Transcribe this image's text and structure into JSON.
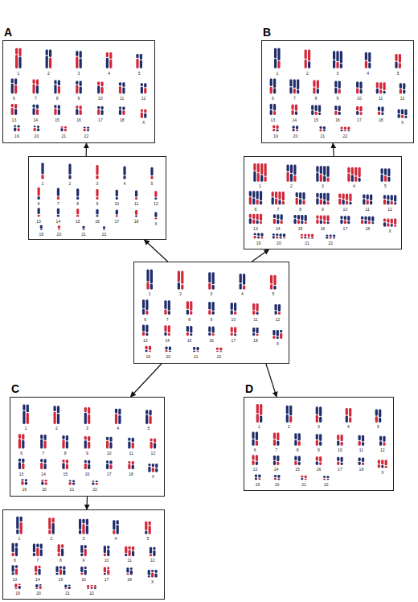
{
  "diagram": {
    "nodes": [
      {
        "text": [
          "A",
          "1",
          "2",
          "3",
          "4",
          "5",
          "6",
          "7",
          "8",
          "9",
          "10",
          "11",
          "12",
          "13",
          "14",
          "15",
          "16",
          "17",
          "18",
          "X",
          "19",
          "20",
          "21",
          "22"
        ]
      },
      {
        "text": [
          "B",
          "1",
          "2",
          "3",
          "4",
          "5",
          "6",
          "7",
          "8",
          "9",
          "10",
          "11",
          "12",
          "13",
          "14",
          "15",
          "16",
          "17",
          "18",
          "X",
          "19",
          "20",
          "21",
          "22"
        ]
      },
      {
        "text": [
          "1",
          "2",
          "3",
          "4",
          "5",
          "6",
          "7",
          "8",
          "9",
          "10",
          "11",
          "12",
          "13",
          "14",
          "15",
          "16",
          "17",
          "18",
          "X",
          "19",
          "20",
          "21",
          "22"
        ]
      },
      {
        "text": [
          "1",
          "2",
          "3",
          "4",
          "5",
          "6",
          "7",
          "8",
          "9",
          "10",
          "11",
          "12",
          "13",
          "14",
          "15",
          "16",
          "17",
          "18",
          "X",
          "19",
          "20",
          "21",
          "22"
        ]
      },
      {
        "text": [
          "1",
          "2",
          "3",
          "4",
          "5",
          "6",
          "7",
          "8",
          "9",
          "10",
          "11",
          "12",
          "13",
          "14",
          "15",
          "16",
          "17",
          "18",
          "X",
          "19",
          "20",
          "21",
          "22"
        ]
      },
      {
        "text": [
          "C",
          "1",
          "2",
          "3",
          "4",
          "5",
          "6",
          "7",
          "8",
          "9",
          "10",
          "11",
          "12",
          "13",
          "14",
          "15",
          "16",
          "17",
          "18",
          "X",
          "19",
          "20",
          "21",
          "22"
        ]
      },
      {
        "text": [
          "D",
          "1",
          "2",
          "3",
          "4",
          "5",
          "6",
          "7",
          "8",
          "9",
          "10",
          "11",
          "12",
          "13",
          "14",
          "15",
          "16",
          "17",
          "18",
          "X",
          "19",
          "20",
          "21",
          "22"
        ]
      },
      {
        "text": [
          "1",
          "2",
          "3",
          "4",
          "5",
          "6",
          "7",
          "8",
          "9",
          "10",
          "11",
          "12",
          "13",
          "14",
          "15",
          "16",
          "17",
          "18",
          "X",
          "19",
          "20",
          "21",
          "22"
        ]
      }
    ],
    "edges": [
      {
        "from": 4,
        "to": 2,
        "arrow": "to"
      },
      {
        "from": 4,
        "to": 3,
        "arrow": "to"
      },
      {
        "from": 4,
        "to": 5,
        "arrow": "to"
      },
      {
        "from": 4,
        "to": 6,
        "arrow": "to"
      },
      {
        "from": 2,
        "to": 0,
        "arrow": "to"
      },
      {
        "from": 3,
        "to": 1,
        "arrow": "to"
      },
      {
        "from": 5,
        "to": 7,
        "arrow": "to"
      }
    ]
  }
}
